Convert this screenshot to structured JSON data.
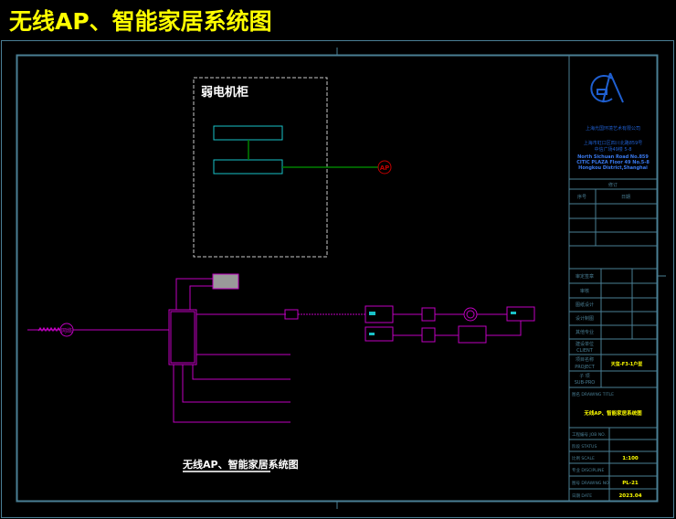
{
  "page_title": "无线AP、智能家居系统图",
  "colors": {
    "frame": "#4a7f95",
    "magenta": "#c000c0",
    "cyan": "#19c2c8",
    "green": "#008000",
    "red": "#c00000",
    "yellow": "#ffff00",
    "company_blue": "#1f5fd0",
    "dashed_box": "#c8c8c8"
  },
  "cabinet": {
    "label": "弱电机柜",
    "ap_label": "AP"
  },
  "system": {
    "inlet_label": "网络",
    "drawing_caption": "无线AP、智能家居系统图"
  },
  "title_block": {
    "logo_text": "GA",
    "company_name": "上海光国环境艺术有限公司",
    "address_cn_1": "上海市虹口区四川北路859号",
    "address_cn_2": "中信广场49楼 5-8",
    "address_en_1": "North Sichuan Road No.859",
    "address_en_2": "CITIC PLAZA Floor 49 No.5-8",
    "address_en_3": "Hongkou District,Shanghai",
    "revision_header": "修订",
    "revision_no": "序号",
    "revision_date": "日期",
    "approvals": [
      "审定签章",
      "审核",
      "图纸设计",
      "设计制图",
      "其他专业"
    ],
    "client_cn": "建设单位",
    "client_en": "CLIENT",
    "project_cn": "项目名称",
    "project_en": "PROJECT",
    "project_value": "天玺-F3-1户型",
    "subpro_cn": "子 项",
    "subpro_en": "SUB-PRO",
    "drawing_title_label": "图名 DRAWING TITLE",
    "drawing_title_value": "无线AP、智能家居系统图",
    "rows": [
      {
        "label": "工程编号 JOB NO.",
        "value": ""
      },
      {
        "label": "阶段 STATUS",
        "value": ""
      },
      {
        "label": "比例 SCALE",
        "value": "1:100"
      },
      {
        "label": "专业 DISCIPLINE",
        "value": ""
      },
      {
        "label": "图号 DRAWING NO.",
        "value": "PL-21"
      },
      {
        "label": "日期 DATE",
        "value": "2023.04"
      }
    ]
  }
}
